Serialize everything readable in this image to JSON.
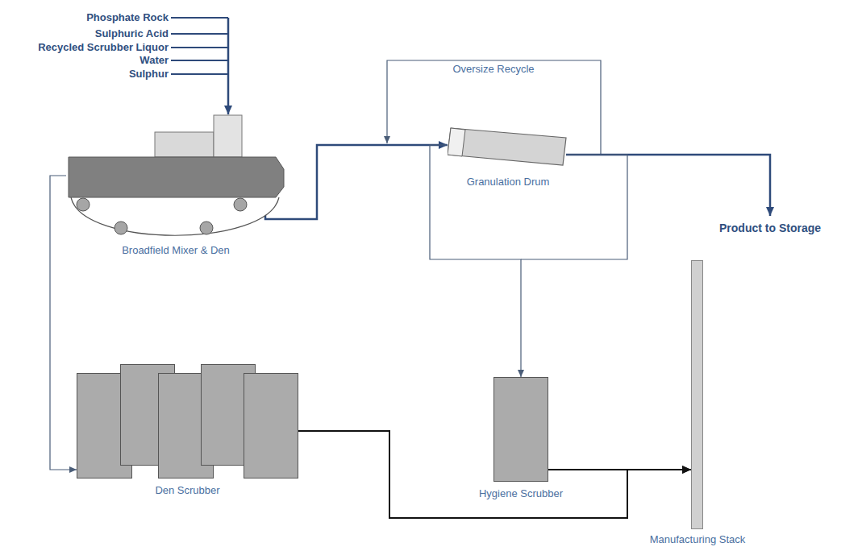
{
  "diagram": {
    "nodes": [
      {
        "text": [
          "Broadfield Mixer & Den"
        ]
      },
      {
        "text": [
          "Granulation Drum"
        ]
      },
      {
        "text": [
          "Den Scrubber"
        ]
      },
      {
        "text": [
          "Hygiene Scrubber"
        ]
      },
      {
        "text": [
          "Manufacturing Stack"
        ]
      }
    ],
    "edges": [
      {
        "from": 0,
        "to": 1,
        "arrow": "to"
      },
      {
        "from": 1,
        "to": 1,
        "label": "Oversize Recycle",
        "arrow": "to"
      },
      {
        "from": 1,
        "to": 3,
        "arrow": "to"
      },
      {
        "from": 0,
        "to": 2,
        "arrow": "to"
      },
      {
        "from": 2,
        "to": 4,
        "arrow": "to"
      },
      {
        "from": 3,
        "to": 4,
        "arrow": "to"
      }
    ],
    "labels": [
      "Phosphate Rock",
      "Sulphuric Acid",
      "Recycled Scrubber Liquor",
      "Water",
      "Sulphur",
      "Product to Storage"
    ]
  }
}
